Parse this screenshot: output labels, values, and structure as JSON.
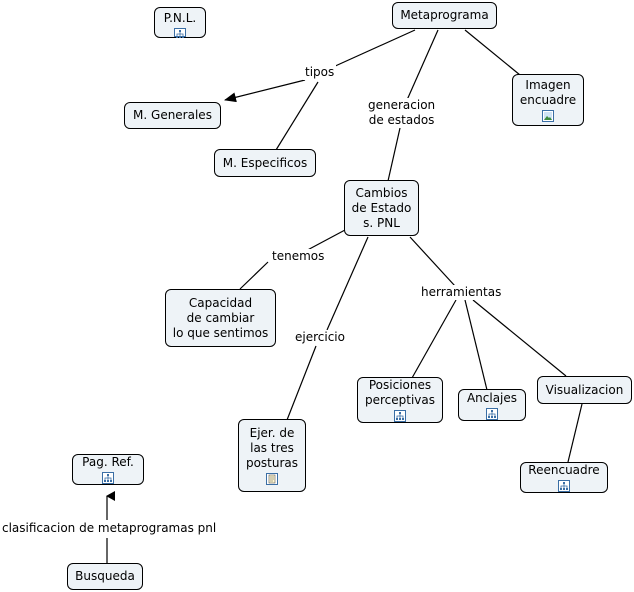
{
  "nodes": {
    "pnl": "P.N.L.",
    "metaprograma": "Metaprograma",
    "imagen_encuadre": "Imagen\nencuadre",
    "m_generales": "M. Generales",
    "m_especificos": "M. Especificos",
    "cambios_estado": "Cambios\nde Estado\ns. PNL",
    "capacidad": "Capacidad\nde cambiar\nlo que sentimos",
    "ejer_posturas": "Ejer. de\nlas tres\nposturas",
    "posiciones": "Posiciones\nperceptivas",
    "anclajes": "Anclajes",
    "visualizacion": "Visualizacion",
    "reencuadre": "Reencuadre",
    "pag_ref": "Pag. Ref.",
    "busqueda": "Busqueda"
  },
  "links": {
    "tipos": "tipos",
    "generacion": "generacion\nde estados",
    "tenemos": "tenemos",
    "ejercicio": "ejercicio",
    "herramientas": "herramientas",
    "clasificacion": "clasificacion de metaprogramas pnl"
  },
  "icons": {
    "pnl": "concept-map-icon",
    "imagen_encuadre": "image-icon",
    "ejer_posturas": "document-icon",
    "posiciones": "concept-map-icon",
    "anclajes": "concept-map-icon",
    "reencuadre": "concept-map-icon",
    "pag_ref": "concept-map-icon"
  }
}
